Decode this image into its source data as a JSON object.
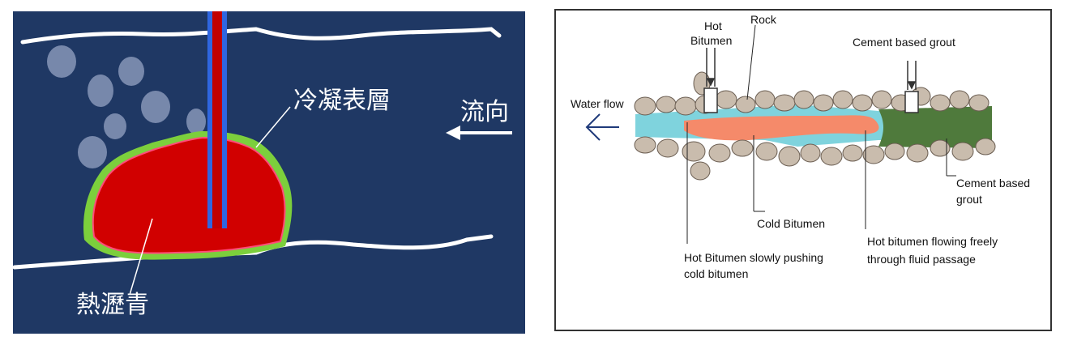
{
  "left_diagram": {
    "labels": {
      "cold_surface": "冷凝表層",
      "hot_bitumen": "熱瀝青",
      "flow_direction": "流向"
    },
    "colors": {
      "background": "#1f3864",
      "hot_bitumen": "#d10000",
      "cold_layer": "#7ccf3c",
      "pipe": "#2f66e0",
      "rock_wall": "#ffffff",
      "bubbles": "#8796b8"
    }
  },
  "right_diagram": {
    "labels": {
      "hot_bitumen_line1": "Hot",
      "hot_bitumen_line2": "Bitumen",
      "rock": "Rock",
      "cement_grout_top": "Cement based grout",
      "water_flow": "Water flow",
      "cement_grout_right_line1": "Cement based",
      "cement_grout_right_line2": "grout",
      "cold_bitumen": "Cold Bitumen",
      "hot_pushing_line1": "Hot Bitumen slowly pushing",
      "hot_pushing_line2": "cold bitumen",
      "hot_flowing_line1": "Hot bitumen flowing freely",
      "hot_flowing_line2": "through fluid passage"
    },
    "colors": {
      "rock": "#c9bcad",
      "water": "#7fd3dd",
      "hot_bitumen": "#f58a6a",
      "grout": "#4f7a3c",
      "arrow": "#1f3a7a"
    }
  }
}
